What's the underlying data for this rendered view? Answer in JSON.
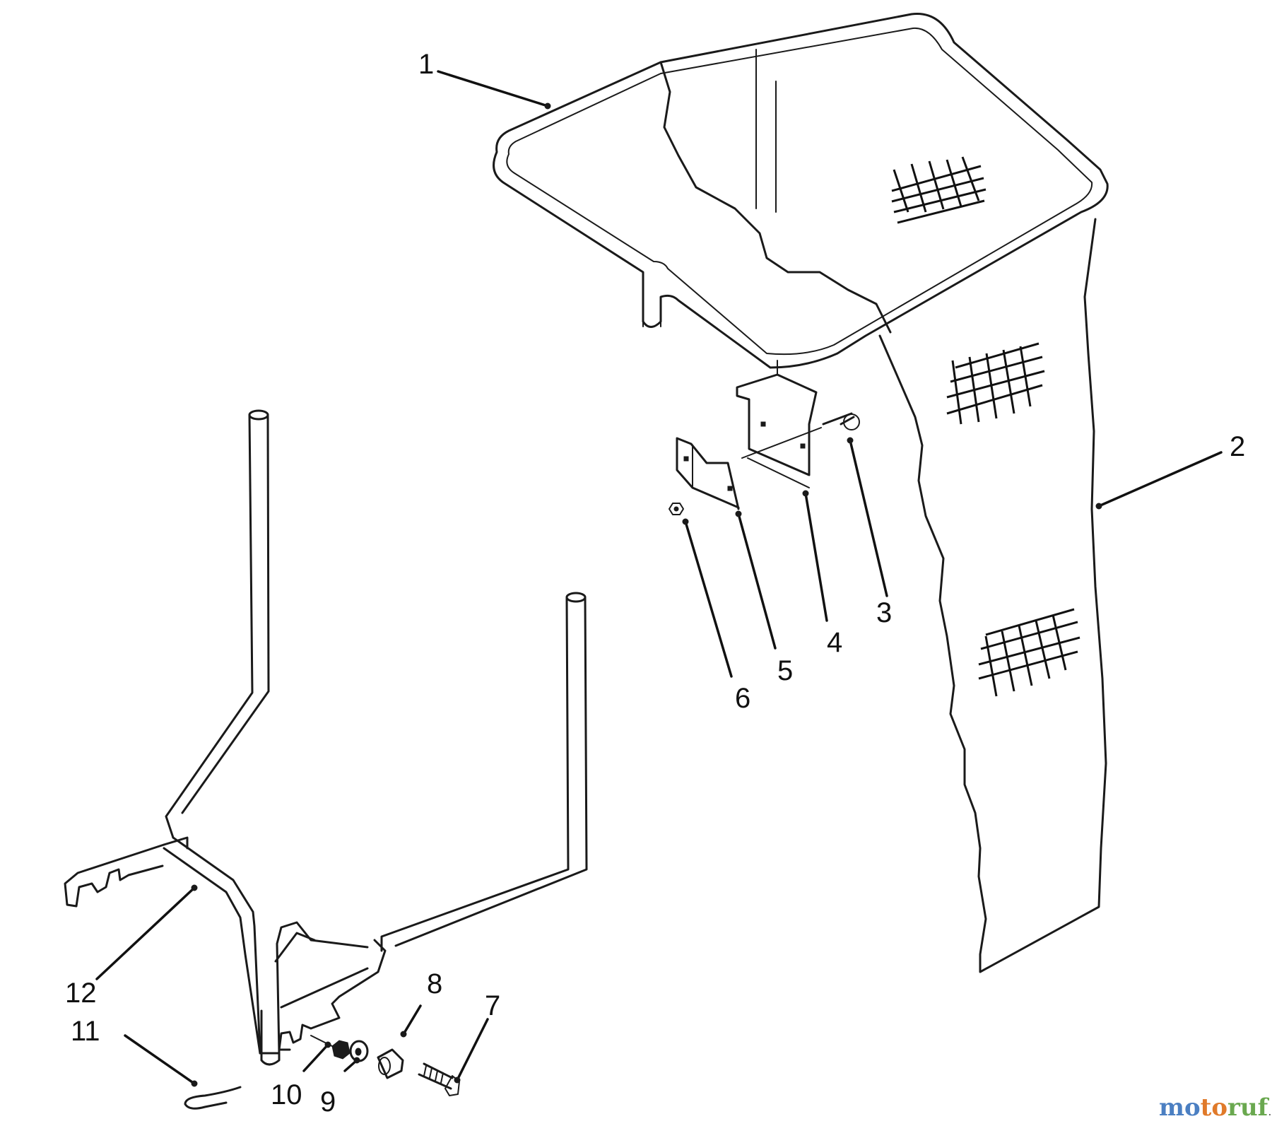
{
  "callouts": [
    "1",
    "2",
    "3",
    "4",
    "5",
    "6",
    "7",
    "8",
    "9",
    "10",
    "11",
    "12"
  ],
  "watermark": {
    "main": "motoruf",
    "suffix": ".de",
    "colors": {
      "mo": "#4b7fc2",
      "to": "#e07a2a",
      "ruf": "#6aa84f"
    }
  },
  "colors": {
    "line": "#1a1a1a",
    "background": "#ffffff"
  }
}
